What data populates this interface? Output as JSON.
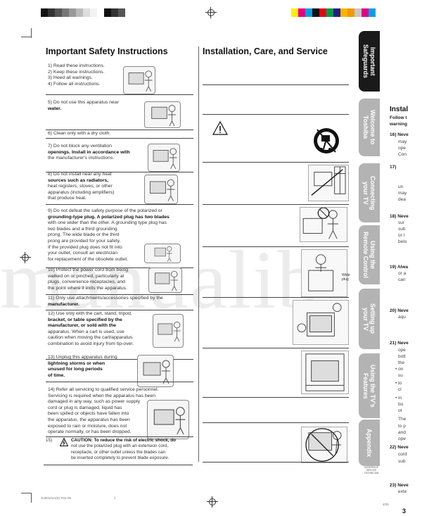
{
  "registration": {
    "left_swatches": [
      "#111111",
      "#333333",
      "#555555",
      "#777777",
      "#999999",
      "#bbbbbb",
      "#dddddd",
      "#f3f3f3",
      "#ffffff",
      "#111111",
      "#333333",
      "#555555"
    ],
    "right_swatches": [
      "#ffee00",
      "#e4007f",
      "#00a0e9",
      "#111111",
      "#e60012",
      "#009944",
      "#1d2088",
      "#f8b500",
      "#f39800",
      "#c8c8c8",
      "#e4007f",
      "#00a0e9"
    ]
  },
  "watermark": "manualib",
  "left": {
    "title": "Important Safety Instructions",
    "items": [
      {
        "lines": [
          "1) Read these instructions.",
          "2) Keep these instructions.",
          "3) Heed all warnings.",
          "4) Follow all instructions."
        ]
      },
      {
        "lines": [
          "5) Do not use this apparatus near",
          "water."
        ]
      },
      {
        "lines": [
          "6) Clean only with a dry cloth."
        ]
      },
      {
        "lines": [
          "7) Do not block any ventilation",
          "openings. Install in accordance with",
          "the manufacturer's instructions."
        ]
      },
      {
        "lines": [
          "8) Do not install near any heat",
          "sources such as radiators,",
          "heat registers, stoves, or other",
          "apparatus (including amplifiers)",
          "that produce heat."
        ]
      },
      {
        "lines": [
          "9) Do not defeat the safety purpose of the polarized or",
          "grounding-type plug. A polarized plug has two blades",
          "with one wider than the other. A grounding type plug has",
          "two blades and a third grounding",
          "prong. The wide blade or the third",
          "prong are provided for your safety.",
          "If the provided plug does not fit into",
          "your outlet, consult an electrician",
          "for replacement of the obsolete outlet."
        ]
      },
      {
        "lines": [
          "10) Protect the power cord from being",
          "walked on or pinched, particularly at",
          "plugs, convenience receptacles, and",
          "the point where it exits the apparatus."
        ]
      },
      {
        "lines": [
          "11) Only use attachments/accessories specified by the",
          "manufacturer."
        ]
      },
      {
        "lines": [
          "12) Use only with the cart, stand, tripod,",
          "bracket, or table specified by the",
          "manufacturer, or sold with the",
          "apparatus. When a cart is used, use",
          "caution when moving the cart/apparatus",
          "combination to avoid injury from tip-over."
        ]
      },
      {
        "lines": [
          "13) Unplug this apparatus during",
          "lightning storms or when",
          "unused for long periods",
          "of time."
        ]
      },
      {
        "lines": [
          "14) Refer all servicing to qualified service personnel.",
          "Servicing is required when the apparatus has been",
          "damaged in any way, such as power supply",
          "cord or plug is damaged, liquid has",
          "been spilled or objects have fallen into",
          "the apparatus, the apparatus has been",
          "exposed to rain or moisture, does not",
          "operate normally, or has been dropped."
        ]
      }
    ],
    "caution": {
      "number": "15)",
      "lines": [
        "CAUTION: To reduce the risk of electric shock, do",
        "not use the polarized plug with an extension cord,",
        "receptacle, or other outlet unless the blades can",
        "be inserted completely to prevent blade exposure."
      ]
    }
  },
  "middle": {
    "title": "Installation, Care, and Service",
    "label_wide_plug": "Wide plug"
  },
  "tabs": [
    {
      "label": "Important\nSafeguards",
      "active": true
    },
    {
      "label": "Welcome to\nToshiba",
      "active": false
    },
    {
      "label": "Connecting\nyour TV",
      "active": false
    },
    {
      "label": "Using the\nRemote Control",
      "active": false
    },
    {
      "label": "Setting up\nyour TV",
      "active": false
    },
    {
      "label": "Using the TV's\nFeatures",
      "active": false
    },
    {
      "label": "Appendix",
      "active": false
    }
  ],
  "cut_column": {
    "title": "Instal",
    "lines": [
      {
        "t": "Follow t",
        "bold": true
      },
      {
        "t": "warning",
        "bold": true
      },
      {
        "t": "16) Neve",
        "bold": true
      },
      {
        "t": "may",
        "bold": false
      },
      {
        "t": "ope",
        "bold": false
      },
      {
        "t": "Con",
        "bold": false
      },
      {
        "t": "17)",
        "bold": true
      },
      {
        "t": "un",
        "bold": false
      },
      {
        "t": "may",
        "bold": false
      },
      {
        "t": "dea",
        "bold": false
      },
      {
        "t": "18) Neve",
        "bold": true
      },
      {
        "t": "sur",
        "bold": false
      },
      {
        "t": "sub",
        "bold": false
      },
      {
        "t": "or l",
        "bold": false
      },
      {
        "t": "belo",
        "bold": false
      },
      {
        "t": "19) Alwa",
        "bold": true
      },
      {
        "t": "or a",
        "bold": false
      },
      {
        "t": "can",
        "bold": false
      },
      {
        "t": "20) Neve",
        "bold": true
      },
      {
        "t": "aqu",
        "bold": false
      },
      {
        "t": "21) Neve",
        "bold": true
      },
      {
        "t": "ope",
        "bold": false
      },
      {
        "t": "bott",
        "bold": false
      },
      {
        "t": "the",
        "bold": false
      },
      {
        "t": "• on",
        "bold": false
      },
      {
        "t": "su",
        "bold": false
      },
      {
        "t": "• to",
        "bold": false
      },
      {
        "t": "cl",
        "bold": false
      },
      {
        "t": "• in",
        "bold": false
      },
      {
        "t": "bo",
        "bold": false
      },
      {
        "t": "ot",
        "bold": false
      },
      {
        "t": "The",
        "bold": false
      },
      {
        "t": "to p",
        "bold": false
      },
      {
        "t": "and",
        "bold": false
      },
      {
        "t": "ope",
        "bold": false
      },
      {
        "t": "22) Neve",
        "bold": true
      },
      {
        "t": "cord",
        "bold": false
      },
      {
        "t": "sub",
        "bold": false
      },
      {
        "t": "23) Neve",
        "bold": true
      },
      {
        "t": "exte",
        "bold": false
      }
    ],
    "service_caption": "NOSERVICE\nSERVICE\nTECHNICIAN"
  },
  "footer": {
    "left_code": "3U50101A(E) P02-09",
    "center_page": "2",
    "right_code": "4/05"
  },
  "page_number": "3"
}
